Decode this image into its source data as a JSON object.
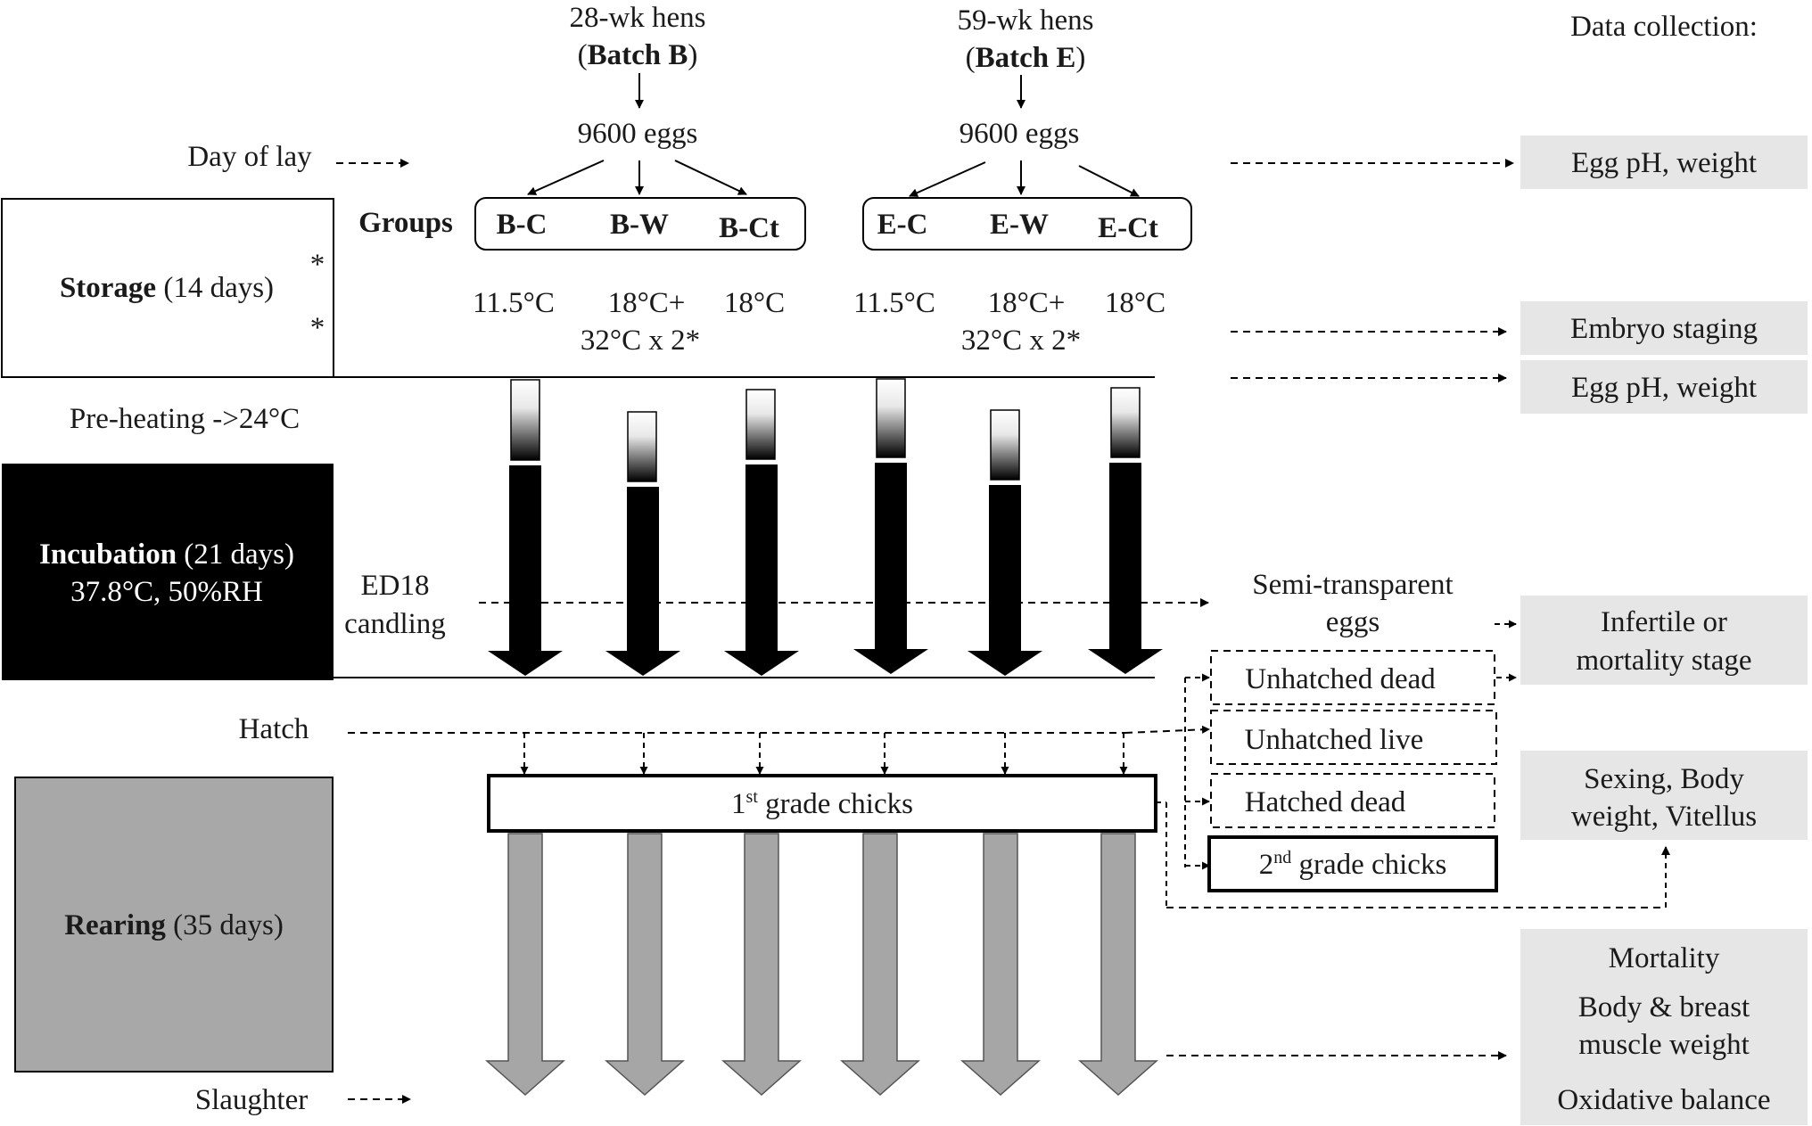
{
  "batches": [
    {
      "hens": "28-wk hens",
      "batch_prefix": "(",
      "batch_bold": "Batch B",
      "batch_suffix": ")",
      "eggs": "9600 eggs",
      "groups": [
        "B-C",
        "B-W",
        "B-Ct"
      ],
      "temps": [
        "11.5°C",
        "18°C+",
        "18°C"
      ],
      "temp_extra": "32°C x 2*"
    },
    {
      "hens": "59-wk hens",
      "batch_prefix": "(",
      "batch_bold": "Batch E",
      "batch_suffix": ")",
      "eggs": "9600 eggs",
      "groups": [
        "E-C",
        "E-W",
        "E-Ct"
      ],
      "temps": [
        "11.5°C",
        "18°C+",
        "18°C"
      ],
      "temp_extra": "32°C x 2*"
    }
  ],
  "groups_label": "Groups",
  "data_collection_title": "Data collection:",
  "left": {
    "day_of_lay": "Day of lay",
    "storage_bold": "Storage",
    "storage_rest": " (14 days)",
    "asterisk": "*",
    "preheating": "Pre-heating ->24°C",
    "incubation_bold": "Incubation",
    "incubation_rest": " (21 days)",
    "incubation_cond": "37.8°C, 50%RH",
    "ed18_line1": "ED18",
    "ed18_line2": "candling",
    "hatch": "Hatch",
    "rearing_bold": "Rearing",
    "rearing_rest": " (35 days)",
    "slaughter": "Slaughter"
  },
  "first_grade": {
    "main": "1",
    "sup": "st",
    "rest": " grade chicks"
  },
  "semi_transparent": [
    "Semi-transparent",
    "eggs"
  ],
  "outcomes": {
    "unhatched_dead": "Unhatched dead",
    "unhatched_live": "Unhatched live",
    "hatched_dead": "Hatched dead",
    "second_grade": {
      "main": "2",
      "sup": "nd",
      "rest": " grade chicks"
    }
  },
  "collection": {
    "egg_ph_1": "Egg pH, weight",
    "embryo_staging": "Embryo staging",
    "egg_ph_2": "Egg pH, weight",
    "infertile": [
      "Infertile or",
      "mortality stage"
    ],
    "sexing": [
      "Sexing, Body",
      "weight, Vitellus"
    ],
    "mortality": "Mortality",
    "body_breast": [
      "Body & breast",
      "muscle weight"
    ],
    "oxidative": "Oxidative balance"
  },
  "colors": {
    "black": "#000000",
    "rearing_gray": "#a8a8a8",
    "collection_bg": "#e6e6e6",
    "arrow_gray": "#a6a6a6"
  }
}
